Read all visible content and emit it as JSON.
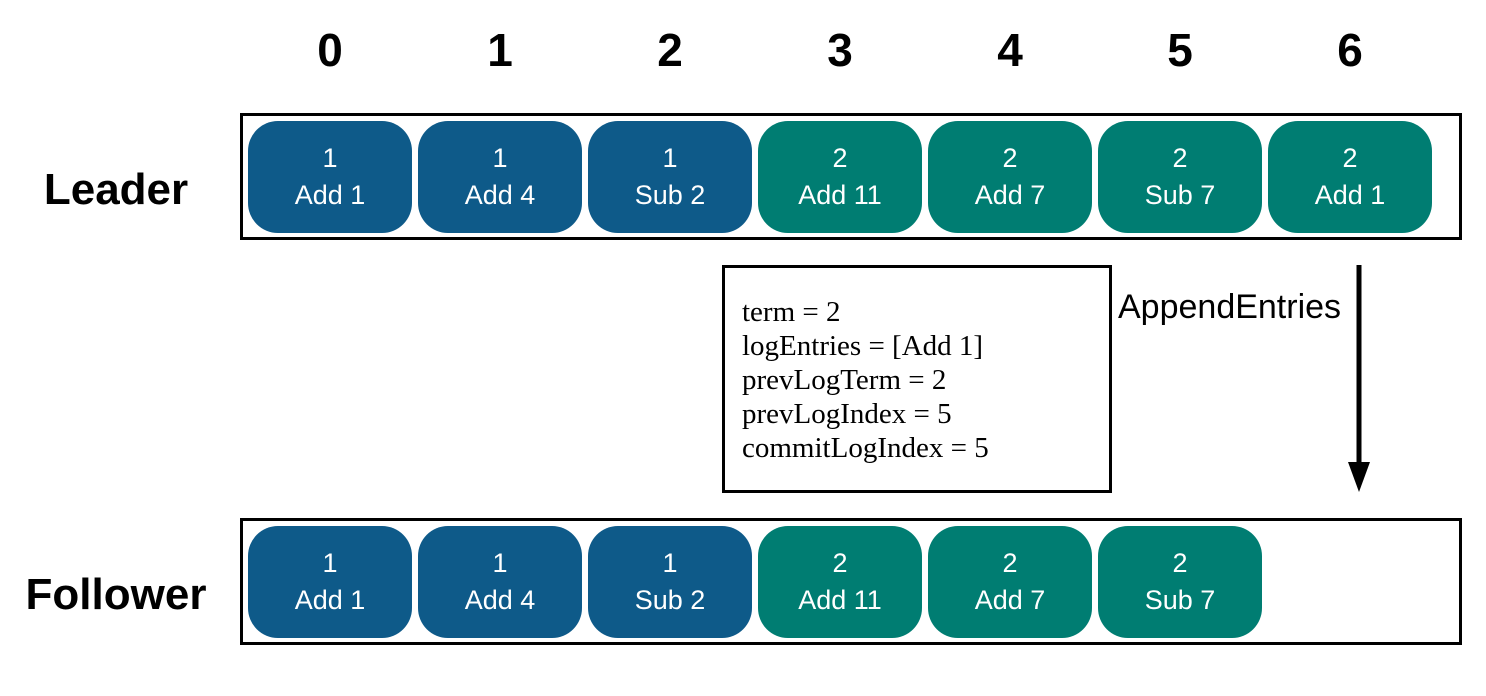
{
  "diagram": {
    "indices": [
      "0",
      "1",
      "2",
      "3",
      "4",
      "5",
      "6"
    ],
    "leader": {
      "label": "Leader",
      "entries": [
        {
          "term": "1",
          "command": "Add 1",
          "color": "term1"
        },
        {
          "term": "1",
          "command": "Add 4",
          "color": "term1"
        },
        {
          "term": "1",
          "command": "Sub 2",
          "color": "term1"
        },
        {
          "term": "2",
          "command": "Add 11",
          "color": "term2"
        },
        {
          "term": "2",
          "command": "Add 7",
          "color": "term2"
        },
        {
          "term": "2",
          "command": "Sub 7",
          "color": "term2"
        },
        {
          "term": "2",
          "command": "Add 1",
          "color": "term2"
        }
      ]
    },
    "follower": {
      "label": "Follower",
      "entries": [
        {
          "term": "1",
          "command": "Add 1",
          "color": "term1"
        },
        {
          "term": "1",
          "command": "Add 4",
          "color": "term1"
        },
        {
          "term": "1",
          "command": "Sub 2",
          "color": "term1"
        },
        {
          "term": "2",
          "command": "Add 11",
          "color": "term2"
        },
        {
          "term": "2",
          "command": "Add 7",
          "color": "term2"
        },
        {
          "term": "2",
          "command": "Sub 7",
          "color": "term2"
        }
      ]
    },
    "message": {
      "arrow_label": "AppendEntries",
      "lines": [
        "term = 2",
        "logEntries = [Add 1]",
        "prevLogTerm = 2",
        "prevLogIndex = 5",
        "commitLogIndex = 5"
      ]
    },
    "colors": {
      "term1": "#0e5a89",
      "term2": "#007d72",
      "border": "#000000",
      "cell_text": "#ffffff"
    }
  }
}
